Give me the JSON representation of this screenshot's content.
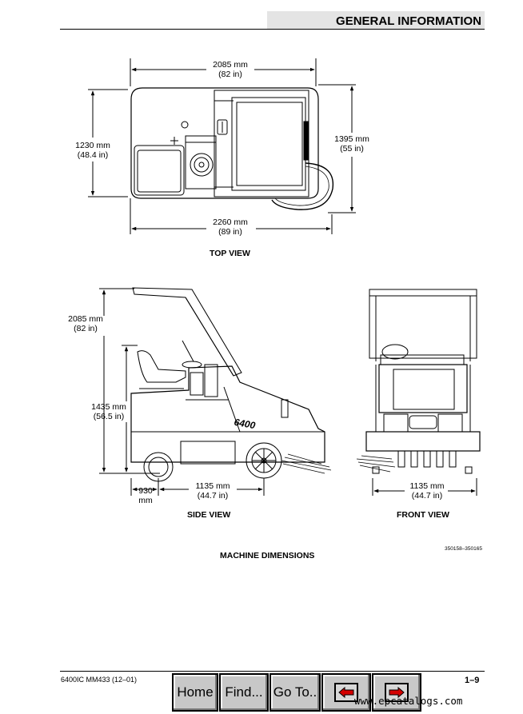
{
  "header": {
    "title": "GENERAL INFORMATION"
  },
  "top_view": {
    "caption": "TOP VIEW",
    "width_top": [
      "2085 mm",
      "(82 in)"
    ],
    "height_left": [
      "1230 mm",
      "(48.4 in)"
    ],
    "height_right": [
      "1395 mm",
      "(55 in)"
    ],
    "width_bottom": [
      "2260 mm",
      "(89 in)"
    ]
  },
  "side_view": {
    "caption": "SIDE VIEW",
    "height_overall": [
      "2085 mm",
      "(82 in)"
    ],
    "height_body": [
      "1435 mm",
      "(56.5 in)"
    ],
    "wheel_offset": [
      "930",
      "mm"
    ],
    "wheelbase": [
      "1135 mm",
      "(44.7 in)"
    ],
    "model_badge": "6400"
  },
  "front_view": {
    "caption": "FRONT VIEW",
    "track": [
      "1135 mm",
      "(44.7 in)"
    ]
  },
  "figure": {
    "caption": "MACHINE DIMENSIONS",
    "code": "350158–350165"
  },
  "footer": {
    "doc": "6400IC MM433 (12–01)",
    "page": "1–9",
    "watermark": "www.epcatalogs.com"
  },
  "nav": {
    "home": "Home",
    "find": "Find...",
    "goto": "Go To..",
    "prev_icon": "left-arrow-icon",
    "next_icon": "right-arrow-icon",
    "arrow_color": "#d40000"
  }
}
